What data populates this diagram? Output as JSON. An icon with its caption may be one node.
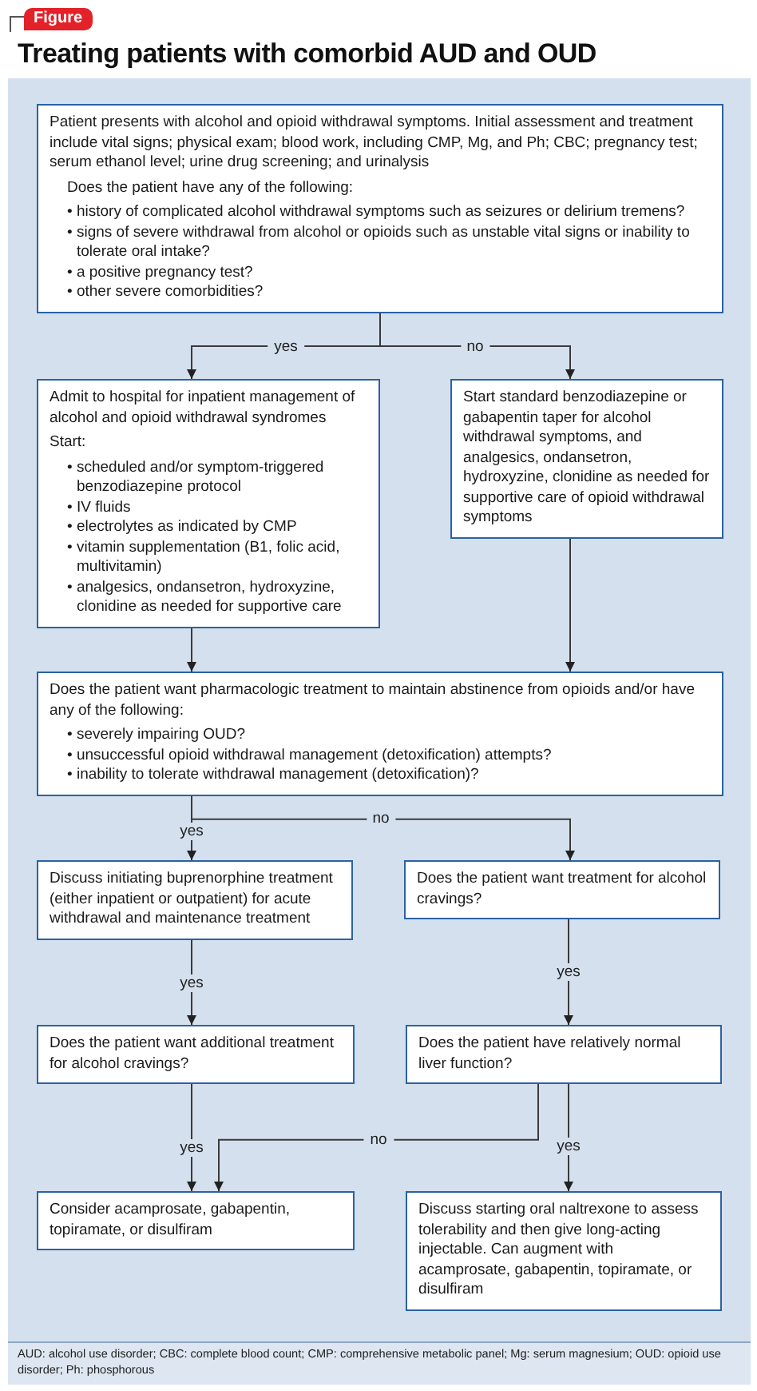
{
  "diagram": {
    "title": "Treating patients with comorbid AUD and OUD",
    "caption": "AUD: alcohol use disorder; CBC: complete blood count; CMP: comprehensive metabolic panel; Mg: serum magnesium; OUD: opioid use disorder; Ph: phosphorous",
    "nodes": [
      {
        "text": [
          "Patient presents with alcohol and opioid withdrawal symptoms. Initial assessment and treatment include vital signs; physical exam; blood work, including CMP, Mg, and Ph; CBC; pregnancy test; serum ethanol level; urine drug screening; and urinalysis",
          "Does the patient have any of the following:",
          "• history of complicated alcohol withdrawal symptoms such as seizures or delirium tremens?",
          "• signs of severe withdrawal from alcohol or opioids such as unstable vital signs or inability to tolerate oral intake?",
          "• a positive pregnancy test?",
          "• other severe comorbidities?"
        ]
      },
      {
        "text": [
          "Admit to hospital for inpatient management of alcohol and opioid withdrawal syndromes",
          "Start:",
          "• scheduled and/or symptom-triggered benzodiazepine protocol",
          "• IV fluids",
          "• electrolytes as indicated by CMP",
          "• vitamin supplementation (B1, folic acid, multivitamin)",
          "• analgesics, ondansetron, hydroxyzine, clonidine as needed for supportive care"
        ]
      },
      {
        "text": [
          "Start standard benzodiazepine or gabapentin taper for alcohol withdrawal symptoms, and analgesics, ondansetron, hydroxyzine, clonidine as needed for supportive care of opioid withdrawal symptoms"
        ]
      },
      {
        "text": [
          "Does the patient want pharmacologic treatment to maintain abstinence from opioids and/or have any of the following:",
          "• severely impairing OUD?",
          "• unsuccessful opioid withdrawal management (detoxification) attempts?",
          "• inability to tolerate withdrawal management (detoxification)?"
        ]
      },
      {
        "text": [
          "Discuss initiating buprenorphine treatment (either inpatient or outpatient) for acute withdrawal and maintenance treatment"
        ]
      },
      {
        "text": [
          "Does the patient want treatment for alcohol cravings?"
        ]
      },
      {
        "text": [
          "Does the patient want additional treatment for alcohol cravings?"
        ]
      },
      {
        "text": [
          "Does the patient have relatively normal liver function?"
        ]
      },
      {
        "text": [
          "Consider acamprosate, gabapentin, topiramate, or disulfiram"
        ]
      },
      {
        "text": [
          "Discuss starting oral naltrexone to assess tolerability and then give long-acting injectable. Can augment with acamprosate, gabapentin, topiramate, or disulfiram"
        ]
      }
    ],
    "edges": [
      {
        "from": 0,
        "to": 1,
        "arrow": "to",
        "label": "yes"
      },
      {
        "from": 0,
        "to": 2,
        "arrow": "to",
        "label": "no"
      },
      {
        "from": 1,
        "to": 3,
        "arrow": "to"
      },
      {
        "from": 2,
        "to": 3,
        "arrow": "to"
      },
      {
        "from": 3,
        "to": 4,
        "arrow": "to",
        "label": "yes"
      },
      {
        "from": 3,
        "to": 5,
        "arrow": "to",
        "label": "no"
      },
      {
        "from": 4,
        "to": 6,
        "arrow": "to",
        "label": "yes"
      },
      {
        "from": 5,
        "to": 7,
        "arrow": "to",
        "label": "yes"
      },
      {
        "from": 6,
        "to": 8,
        "arrow": "to",
        "label": "yes"
      },
      {
        "from": 7,
        "to": 8,
        "arrow": "to",
        "label": "no"
      },
      {
        "from": 7,
        "to": 9,
        "arrow": "to",
        "label": "yes"
      }
    ],
    "labels": [
      "Figure"
    ]
  }
}
